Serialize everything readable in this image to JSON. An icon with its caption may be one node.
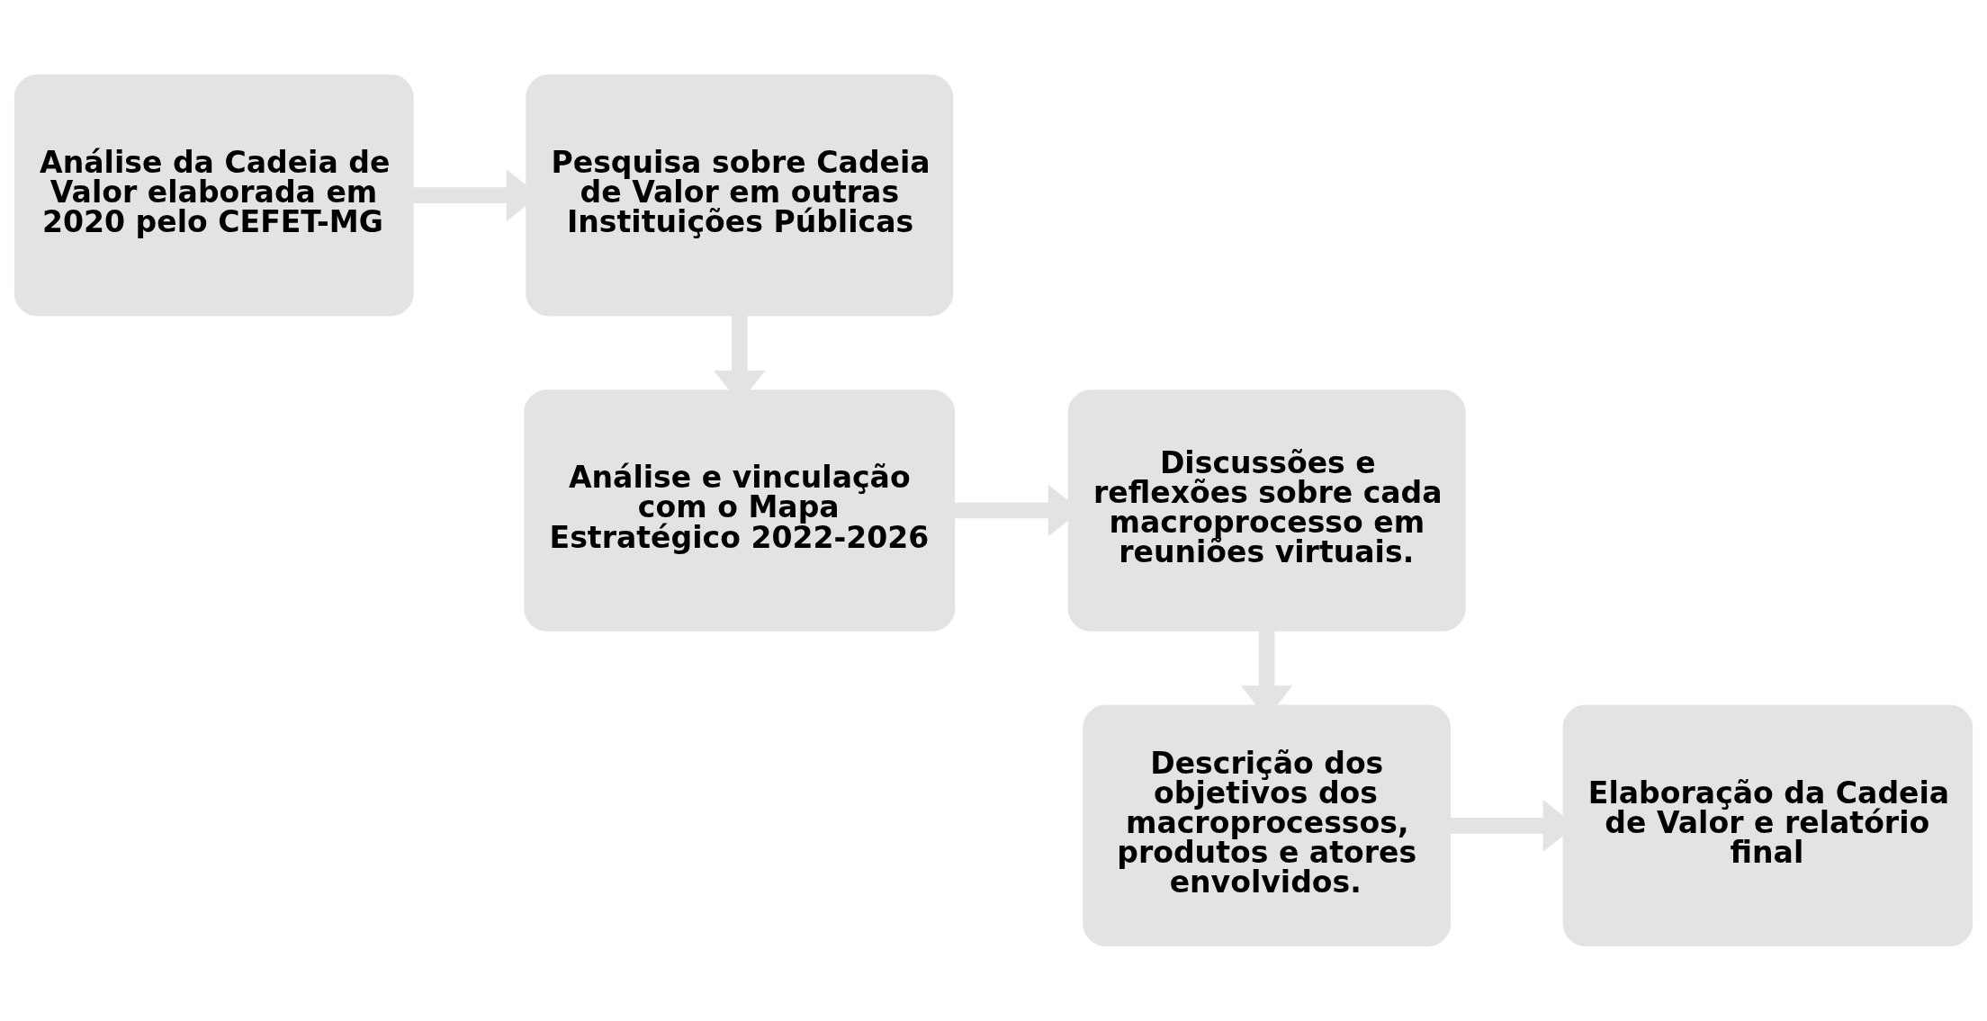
{
  "diagram": {
    "nodes": [
      {
        "text": [
          "Análise da Cadeia de Valor elaborada em 2020 pelo CEFET-MG"
        ]
      },
      {
        "text": [
          "Pesquisa sobre Cadeia de Valor em outras Instituições Públicas"
        ]
      },
      {
        "text": [
          "Análise e vinculação com o Mapa Estratégico 2022-2026"
        ]
      },
      {
        "text": [
          "Discussões e reflexões sobre cada macroprocesso em reuniões virtuais."
        ]
      },
      {
        "text": [
          "Descrição dos objetivos dos macroprocessos, produtos e atores envolvidos."
        ]
      },
      {
        "text": [
          "Elaboração da Cadeia de Valor e relatório final"
        ]
      }
    ],
    "edges": [
      {
        "from": 0,
        "to": 1,
        "arrow": "to"
      },
      {
        "from": 1,
        "to": 2,
        "arrow": "to"
      },
      {
        "from": 2,
        "to": 3,
        "arrow": "to"
      },
      {
        "from": 3,
        "to": 4,
        "arrow": "to"
      },
      {
        "from": 4,
        "to": 5,
        "arrow": "to"
      }
    ]
  }
}
